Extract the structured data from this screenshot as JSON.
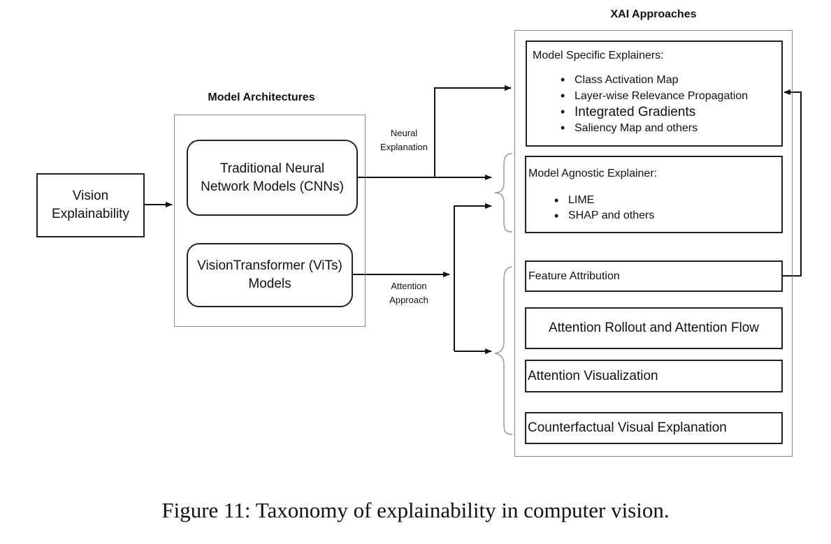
{
  "xai": {
    "title": "XAI Approaches",
    "model_specific": {
      "title": "Model Specific Explainers:",
      "items": [
        "Class Activation Map",
        "Layer-wise Relevance Propagation",
        "Integrated Gradients",
        "Saliency Map and others"
      ]
    },
    "model_agnostic": {
      "title": "Model Agnostic Explainer:",
      "items": [
        "LIME",
        "SHAP and others"
      ]
    },
    "feature_attribution": "Feature Attribution",
    "attention_rollout": "Attention Rollout and Attention Flow",
    "attention_visualization": "Attention Visualization",
    "counterfactual": "Counterfactual Visual Explanation"
  },
  "architectures": {
    "title": "Model Architectures",
    "cnn": "Traditional Neural Network Models (CNNs)",
    "vit": "VisionTransformer (ViTs) Models"
  },
  "vision_explainability": "Vision Explainability",
  "edge_labels": {
    "neural": "Neural Explanation",
    "attention": "Attention Approach"
  },
  "caption": "Figure 11: Taxonomy of explainability in computer vision."
}
